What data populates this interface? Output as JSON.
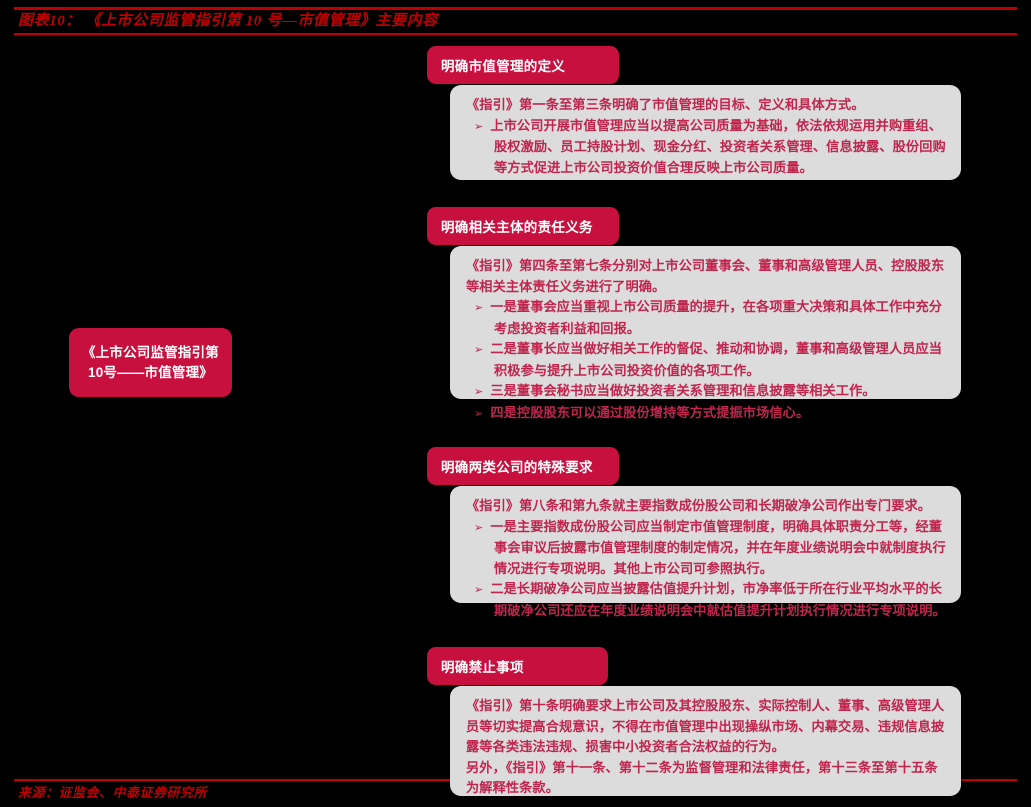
{
  "title": "图表10：  《上市公司监管指引第 10 号—市值管理》主要内容",
  "source": "来源：证监会、中泰证券研究所",
  "colors": {
    "background": "#000000",
    "accent_red": "#C00000",
    "node_red": "#C8103E",
    "panel_gray": "#DCDCDC",
    "body_text": "#C0254E",
    "header_text": "#FFFFFF"
  },
  "root_node": {
    "label": "《上市公司监管指引第10号——市值管理》"
  },
  "branches": [
    {
      "header": "明确市值管理的定义",
      "lines": [
        {
          "bullet": false,
          "text": "《指引》第一条至第三条明确了市值管理的目标、定义和具体方式。"
        },
        {
          "bullet": true,
          "text": "上市公司开展市值管理应当以提高公司质量为基础，依法依规运用并购重组、股权激励、员工持股计划、现金分红、投资者关系管理、信息披露、股份回购等方式促进上市公司投资价值合理反映上市公司质量。"
        }
      ]
    },
    {
      "header": "明确相关主体的责任义务",
      "lines": [
        {
          "bullet": false,
          "text": "《指引》第四条至第七条分别对上市公司董事会、董事和高级管理人员、控股股东等相关主体责任义务进行了明确。"
        },
        {
          "bullet": true,
          "text": "一是董事会应当重视上市公司质量的提升，在各项重大决策和具体工作中充分考虑投资者利益和回报。"
        },
        {
          "bullet": true,
          "text": "二是董事长应当做好相关工作的督促、推动和协调，董事和高级管理人员应当积极参与提升上市公司投资价值的各项工作。"
        },
        {
          "bullet": true,
          "text": "三是董事会秘书应当做好投资者关系管理和信息披露等相关工作。"
        },
        {
          "bullet": true,
          "text": "四是控股股东可以通过股份增持等方式提振市场信心。"
        }
      ]
    },
    {
      "header": "明确两类公司的特殊要求",
      "lines": [
        {
          "bullet": false,
          "text": "《指引》第八条和第九条就主要指数成份股公司和长期破净公司作出专门要求。"
        },
        {
          "bullet": true,
          "text": "一是主要指数成份股公司应当制定市值管理制度，明确具体职责分工等，经董事会审议后披露市值管理制度的制定情况，并在年度业绩说明会中就制度执行情况进行专项说明。其他上市公司可参照执行。"
        },
        {
          "bullet": true,
          "text": "二是长期破净公司应当披露估值提升计划，市净率低于所在行业平均水平的长期破净公司还应在年度业绩说明会中就估值提升计划执行情况进行专项说明。"
        }
      ]
    },
    {
      "header": "明确禁止事项",
      "lines": [
        {
          "bullet": false,
          "text": "《指引》第十条明确要求上市公司及其控股股东、实际控制人、董事、高级管理人员等切实提高合规意识，不得在市值管理中出现操纵市场、内幕交易、违规信息披露等各类违法违规、损害中小投资者合法权益的行为。"
        },
        {
          "bullet": false,
          "text": "另外，《指引》第十一条、第十二条为监督管理和法律责任，第十三条至第十五条为解释性条款。"
        }
      ]
    }
  ],
  "icons": {
    "bullet_glyph": "➢"
  }
}
